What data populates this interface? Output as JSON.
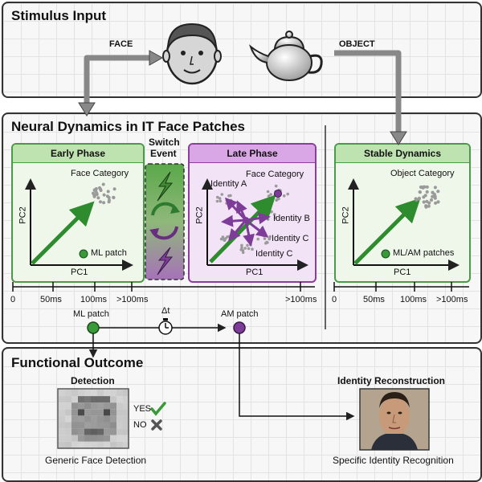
{
  "stimulus": {
    "title": "Stimulus Input",
    "face_label": "FACE",
    "object_label": "OBJECT"
  },
  "dynamics": {
    "title": "Neural Dynamics in IT Face Patches",
    "early": {
      "header": "Early Phase",
      "category": "Face Category",
      "legend": "ML patch",
      "pc1": "PC1",
      "pc2": "PC2"
    },
    "switch": {
      "line1": "Switch",
      "line2": "Event"
    },
    "late": {
      "header": "Late Phase",
      "category": "Face Category",
      "identities": [
        "Identity A",
        "Identity B",
        "Identity C",
        "Identity C"
      ],
      "pc1": "PC1",
      "pc2": "PC2"
    },
    "stable": {
      "header": "Stable Dynamics",
      "category": "Object Category",
      "legend": "ML/AM patches",
      "pc1": "PC1",
      "pc2": "PC2"
    },
    "timeline_left": [
      "0",
      "50ms",
      "100ms",
      ">100ms",
      ">100ms"
    ],
    "timeline_right": [
      "0",
      "50ms",
      "100ms",
      ">100ms"
    ],
    "ml_patch": "ML patch",
    "am_patch": "AM patch",
    "delta_t": "Δt"
  },
  "outcome": {
    "title": "Functional Outcome",
    "detection_title": "Detection",
    "yes": "YES",
    "no": "NO",
    "detection_caption": "Generic Face Detection",
    "identity_title": "Identity Reconstruction",
    "identity_caption": "Specific Identity Recognition"
  },
  "colors": {
    "green": "#3a9a3a",
    "purple": "#7d3c98",
    "panel_green": "#eef7ea",
    "panel_purple": "#f3e3f7"
  }
}
